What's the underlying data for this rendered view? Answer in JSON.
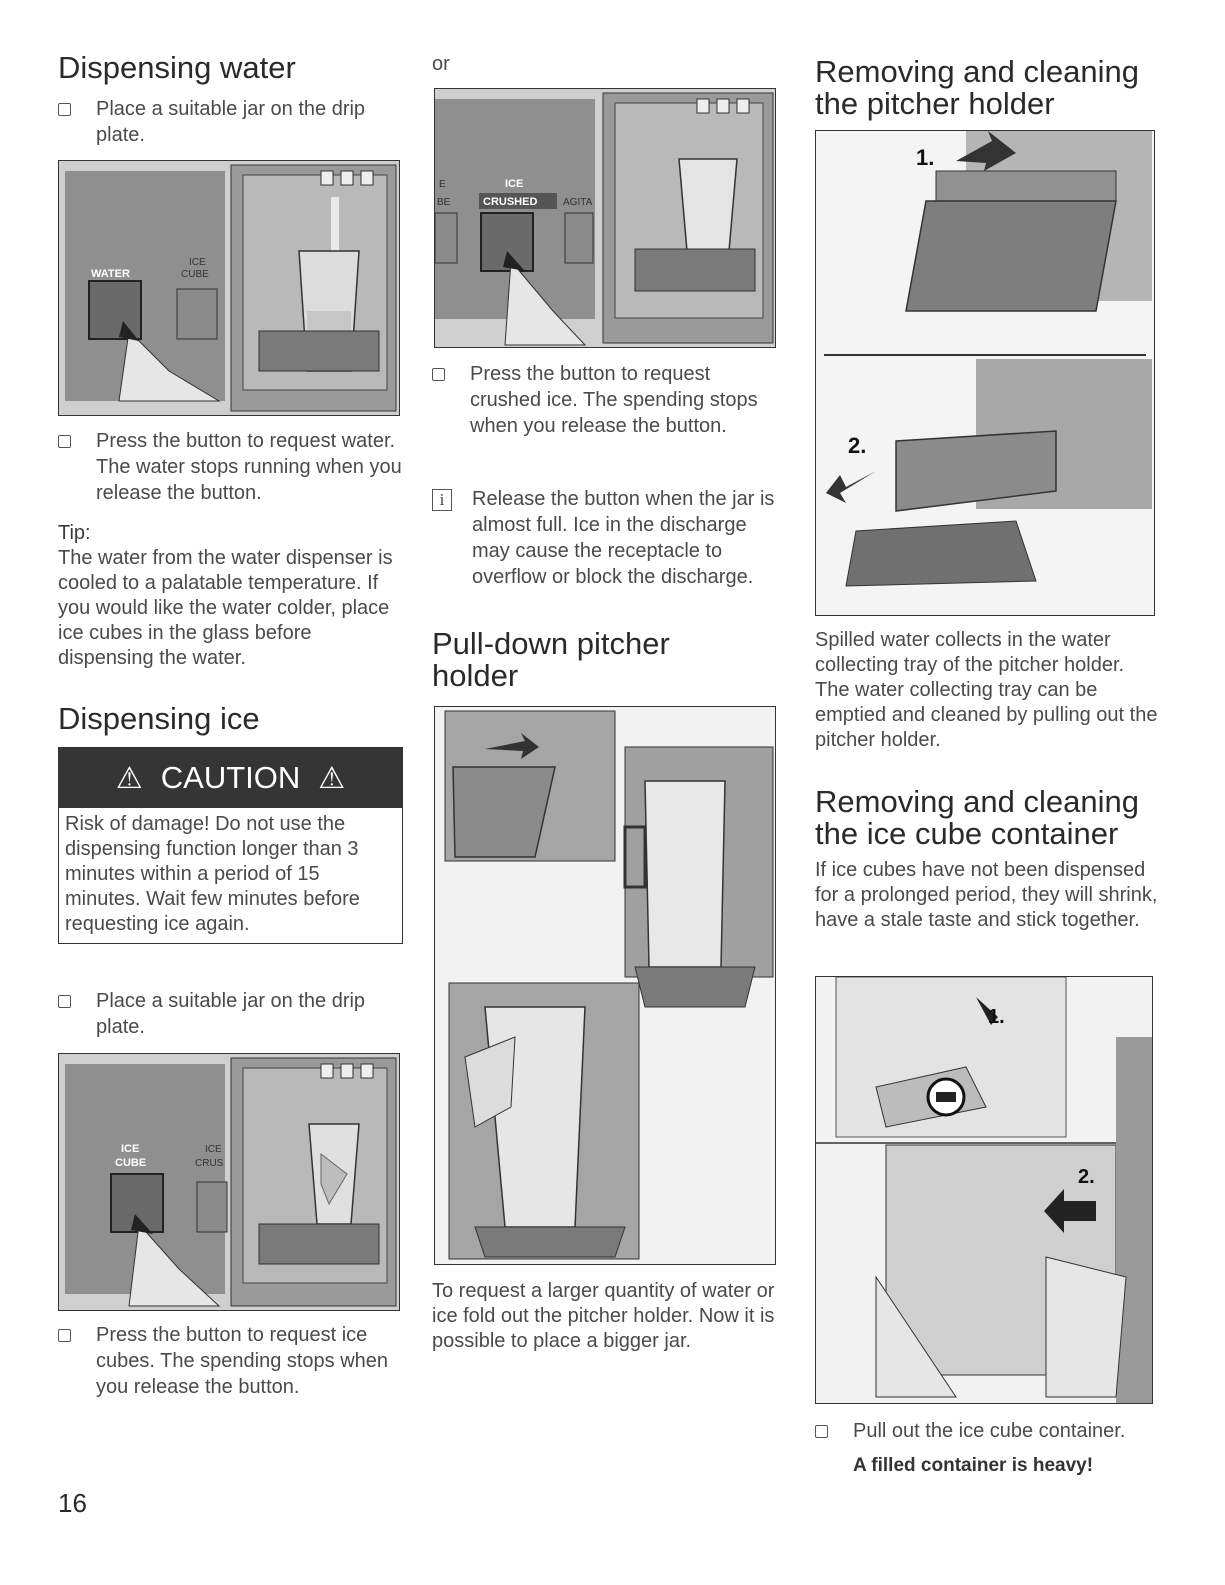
{
  "col1": {
    "h_water": "Dispensing water",
    "b_water_place": "Place a suitable jar on the drip plate.",
    "fig_water_label1": "WATER",
    "fig_water_label2": "ICE",
    "fig_water_label3": "CUBE",
    "b_water_press": "Press the button to request water. The water stops running when you release the button.",
    "tip_label": "Tip:",
    "tip_text": "The water from the water dispenser is cooled to a palatable temperature. If you would like the water colder, place ice cubes in the glass before dispensing the water.",
    "h_ice": "Dispensing ice",
    "caution_title": "CAUTION",
    "caution_text": "Risk of damage! Do not use the dispensing function longer than 3 minutes within a period of 15 minutes. Wait few minutes before requesting ice again.",
    "b_ice_place": "Place a suitable jar on the drip plate.",
    "fig_ice_label1": "ICE",
    "fig_ice_label2": "CUBE",
    "fig_ice_label3": "ICE",
    "fig_ice_label4": "CRUS",
    "b_ice_press": "Press the button to request ice cubes. The spending stops when you release the button."
  },
  "col2": {
    "or": "or",
    "fig_crushed_label1": "ICE",
    "fig_crushed_label2": "CRUSHED",
    "fig_crushed_label3": "AGITA",
    "fig_crushed_label4": "E",
    "fig_crushed_label5": "BE",
    "b_crushed_press": "Press the button to request crushed ice. The spending stops when you release the button.",
    "info_icon": "i",
    "info_text": "Release the button when the jar is almost full. Ice in the discharge may cause the receptacle to overflow or block the discharge.",
    "h_pitcher": "Pull-down pitcher holder",
    "pitcher_text": "To request a larger quantity of water or ice fold out the pitcher holder. Now it is possible to place a bigger jar."
  },
  "col3": {
    "h_remove_pitcher": "Removing and cleaning the pitcher holder",
    "step1": "1.",
    "step2": "2.",
    "pitcher_clean_text": "Spilled water collects in the water collecting tray of the pitcher holder. The water collecting tray can be emptied and cleaned by pulling out the pitcher holder.",
    "h_remove_ice": "Removing and cleaning the ice cube container",
    "ice_container_text": "If ice cubes have not been dispensed for a prolonged period, they will shrink, have a stale taste and stick together.",
    "ice_step1": "1.",
    "ice_step2": "2.",
    "b_pull_out": "Pull out the ice cube container.",
    "heavy_note": "A filled container is heavy!"
  },
  "page_number": "16"
}
